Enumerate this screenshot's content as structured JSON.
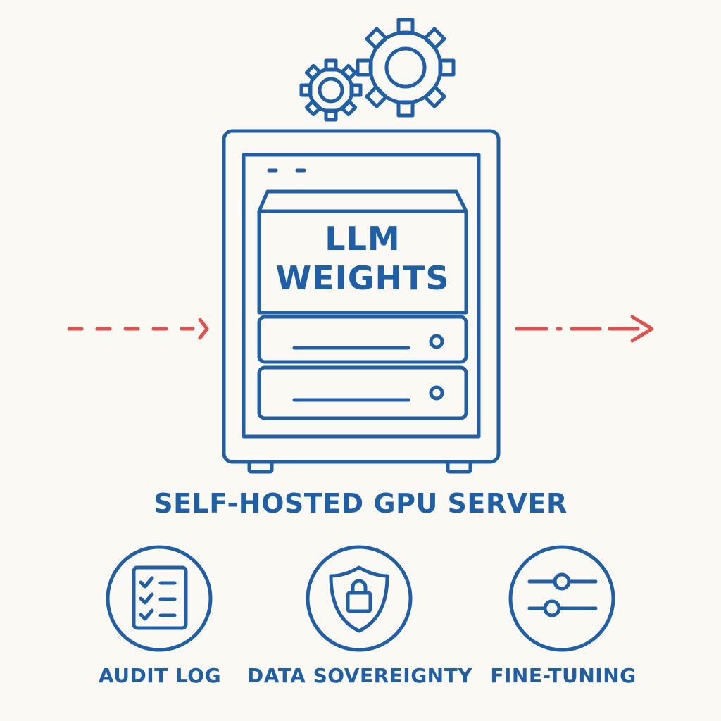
{
  "diagram": {
    "box_label_line1": "LLM",
    "box_label_line2": "WEIGHTS",
    "server_title": "SELF-HOSTED GPU SERVER",
    "features": [
      {
        "label": "AUDIT LOG",
        "icon": "checklist-icon"
      },
      {
        "label": "DATA SOVEREIGNTY",
        "icon": "shield-lock-icon"
      },
      {
        "label": "FINE-TUNING",
        "icon": "sliders-icon"
      }
    ]
  },
  "colors": {
    "stroke": "#1f5fa8",
    "arrow": "#e0504c",
    "background": "#fbf9f3"
  }
}
